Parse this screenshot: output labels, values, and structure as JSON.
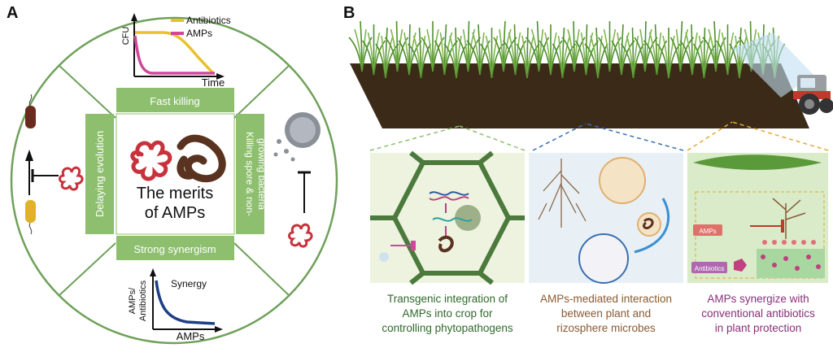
{
  "panel_a": {
    "letter": "A",
    "center_title_line1": "The merits",
    "center_title_line2": "of AMPs",
    "labels": {
      "top": "Fast killing",
      "bottom": "Strong synergism",
      "left": "Delaying evolution",
      "right_line1": "Killing spore & non-",
      "right_line2": "growing bacteria"
    },
    "top_chart": {
      "ylabel": "CFU",
      "xlabel": "Time",
      "legend": [
        "Antibiotics",
        "AMPs"
      ],
      "colors": {
        "antibiotics": "#e8c22c",
        "amps": "#d0479a"
      }
    },
    "bottom_chart": {
      "title": "Synergy",
      "ylabel_line1": "AMPs/",
      "ylabel_line2": "Antibiotics",
      "xlabel": "AMPs",
      "color": "#1d3f86"
    }
  },
  "panel_b": {
    "letter": "B",
    "caption1": [
      "Transgenic integration of",
      "AMPs into crop for",
      "controlling phytopathogens"
    ],
    "caption2": [
      "AMPs-mediated interaction",
      "between plant and",
      "rizosphere microbes"
    ],
    "caption3": [
      "AMPs synergize with",
      "conventional antibiotics",
      "in plant protection"
    ],
    "tag_amps": "AMPs",
    "tag_antibiotics": "Antibiotics",
    "colors": {
      "caption1": "#2f6a2a",
      "caption2": "#8a5a32",
      "caption3": "#8a2f7a"
    }
  },
  "colors": {
    "panel_green": "#8dbf6e",
    "circle_stroke": "#6fa15a",
    "soil": "#3c2a18",
    "amp_red": "#c8323c",
    "amp_brown": "#5a3220"
  }
}
